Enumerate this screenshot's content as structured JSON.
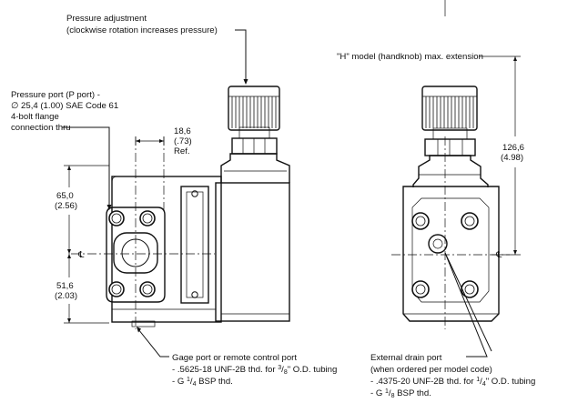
{
  "callouts": {
    "pressure_adjustment": {
      "line1": "Pressure adjustment",
      "line2": "(clockwise rotation increases pressure)"
    },
    "pressure_port": {
      "line1": "Pressure port (P port) -",
      "line2": "∅ 25,4 (1.00) SAE Code 61",
      "line3": "4-bolt flange",
      "line4": "connection thru"
    },
    "h_model": {
      "line1": "\"H\" model (handknob) max. extension"
    },
    "gage_port": {
      "line1": "Gage port or remote control port",
      "line2_pre": "- .5625-18 UNF-2B thd. for ",
      "line2_frac_num": "3",
      "line2_frac_den": "8",
      "line2_post": "\" O.D. tubing",
      "line3_pre": "- G ",
      "line3_frac_num": "1",
      "line3_frac_den": "4",
      "line3_post": " BSP thd."
    },
    "external_drain": {
      "line1": "External drain port",
      "line2": "(when ordered per model code)",
      "line3_pre": "- .4375-20 UNF-2B thd. for ",
      "line3_frac_num": "1",
      "line3_frac_den": "4",
      "line3_post": "\" O.D. tubing",
      "line4_pre": "- G ",
      "line4_frac_num": "1",
      "line4_frac_den": "8",
      "line4_post": " BSP thd."
    }
  },
  "dimensions": {
    "offset_ref": {
      "value": "18,6",
      "inch": "(.73)",
      "note": "Ref."
    },
    "upper_height": {
      "value": "65,0",
      "inch": "(2.56)"
    },
    "lower_height": {
      "value": "51,6",
      "inch": "(2.03)"
    },
    "knob_extension": {
      "value": "126,6",
      "inch": "(4.98)"
    }
  },
  "symbols": {
    "centerline": "℄"
  }
}
